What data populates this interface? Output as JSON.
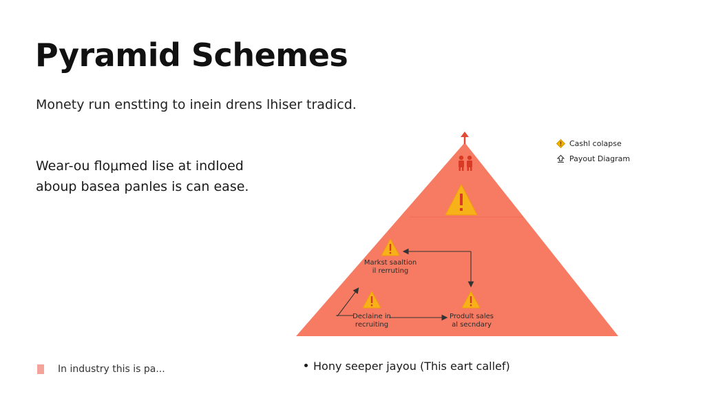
{
  "slide": {
    "title": "Pyramid Schemes",
    "subtitle": "Monety run enstting to inein drens lhiser tradicd.",
    "body_lines": [
      "Wear-ou floμmed lise at indloed",
      "aboup basea panles is can ease."
    ],
    "footer_note": "In industry this is pa...",
    "bullet_note": "Hony seeper jayou (This eart callef)"
  },
  "legend": {
    "items": [
      {
        "icon": "diamond-warning-icon",
        "label": "Cashl colapse",
        "color": "#f0b400"
      },
      {
        "icon": "upload-arrow-icon",
        "label": "Payout Diagram",
        "color": "#333333"
      }
    ]
  },
  "diagram": {
    "pyramid_color": "#f77b62",
    "accent_color": "#e04a35",
    "warning_color": "#f7b21a",
    "nodes": [
      {
        "label_lines": [
          "Markst saaltion",
          "il rerruting"
        ]
      },
      {
        "label_lines": [
          "Declaine in",
          "recruiting"
        ]
      },
      {
        "label_lines": [
          "Prodult sales",
          "al secndary"
        ]
      }
    ]
  }
}
